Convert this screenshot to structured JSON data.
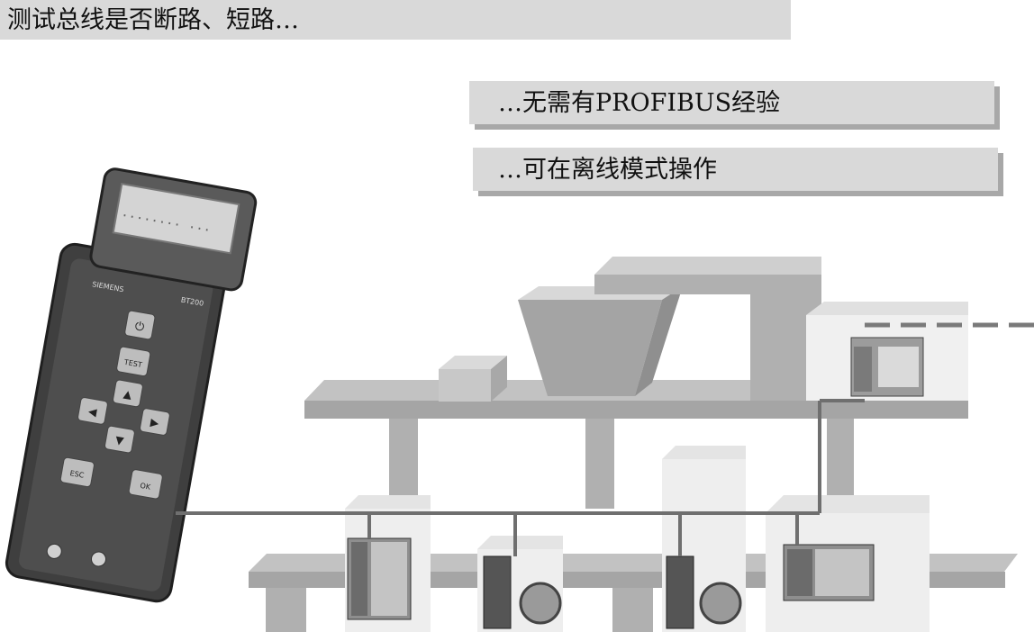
{
  "header": {
    "title": "测试总线是否断路、短路…"
  },
  "features": [
    {
      "label": "…无需有PROFIBUS经验"
    },
    {
      "label": "…可在离线模式操作"
    }
  ],
  "device": {
    "display_text": "........ ...",
    "brand": "SIEMENS",
    "model": "BT200",
    "keys": {
      "power": "⏻",
      "test": "TEST",
      "up": "▲",
      "left": "◀",
      "right": "▶",
      "down": "▼",
      "esc": "ESC",
      "ok": "OK"
    }
  }
}
